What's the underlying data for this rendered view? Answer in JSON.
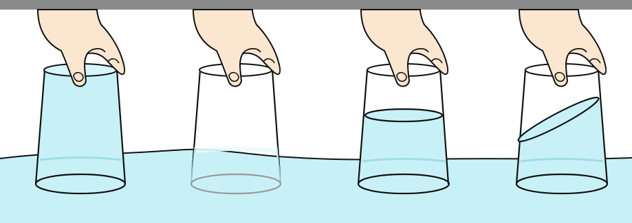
{
  "colors": {
    "frame": "#8a8a8a",
    "water": "#c8f1f7",
    "water_deep": "#b7eaf3",
    "skin": "#fbe6cf",
    "outline": "#111111",
    "ghost_outline": "#9a9a9a"
  },
  "panels": [
    {
      "id": "cup-1",
      "variant": "filled-with-water",
      "water_inside": "full"
    },
    {
      "id": "cup-2",
      "variant": "empty-air-only",
      "water_inside": "none"
    },
    {
      "id": "cup-3",
      "variant": "partially-filled-flat-surface",
      "water_inside": "partial"
    },
    {
      "id": "cup-4",
      "variant": "partially-filled-tilted-surface",
      "water_inside": "partial-tilted"
    }
  ],
  "icons": [
    "hand-icon",
    "cup-icon"
  ]
}
